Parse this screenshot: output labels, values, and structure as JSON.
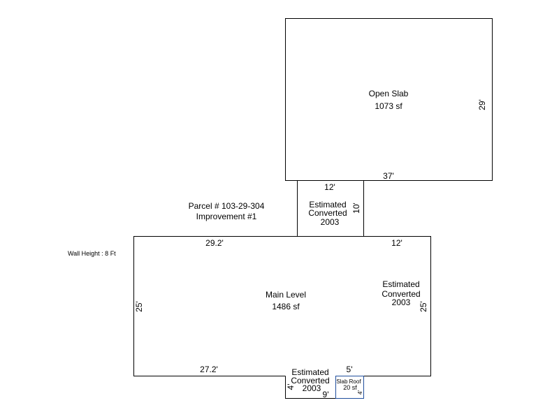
{
  "wall_height": "Wall Height : 8 Ft",
  "parcel": {
    "line1": "Parcel # 103-29-304",
    "line2": "Improvement #1"
  },
  "areas": {
    "open_slab": {
      "name": "Open Slab",
      "size": "1073 sf"
    },
    "main_level": {
      "name": "Main Level",
      "size": "1486 sf"
    },
    "slab_roof": {
      "name": "Slab Roof",
      "size": "20 sf"
    }
  },
  "notes": {
    "estimated": "Estimated",
    "converted": "Converted",
    "year": "2003"
  },
  "dimensions": {
    "open_slab_width": "37'",
    "open_slab_height": "29'",
    "connector_width": "12'",
    "connector_height": "10'",
    "main_top_left": "29.2'",
    "main_top_right": "12'",
    "main_left": "25'",
    "main_right": "25'",
    "main_bottom_left": "27.2'",
    "bump_width": "9'",
    "bump_height": "4'",
    "slab_roof_width": "5'",
    "slab_roof_height": "4'"
  },
  "colors": {
    "outline": "#000000",
    "slab_roof_outline": "#1f4e9c"
  }
}
